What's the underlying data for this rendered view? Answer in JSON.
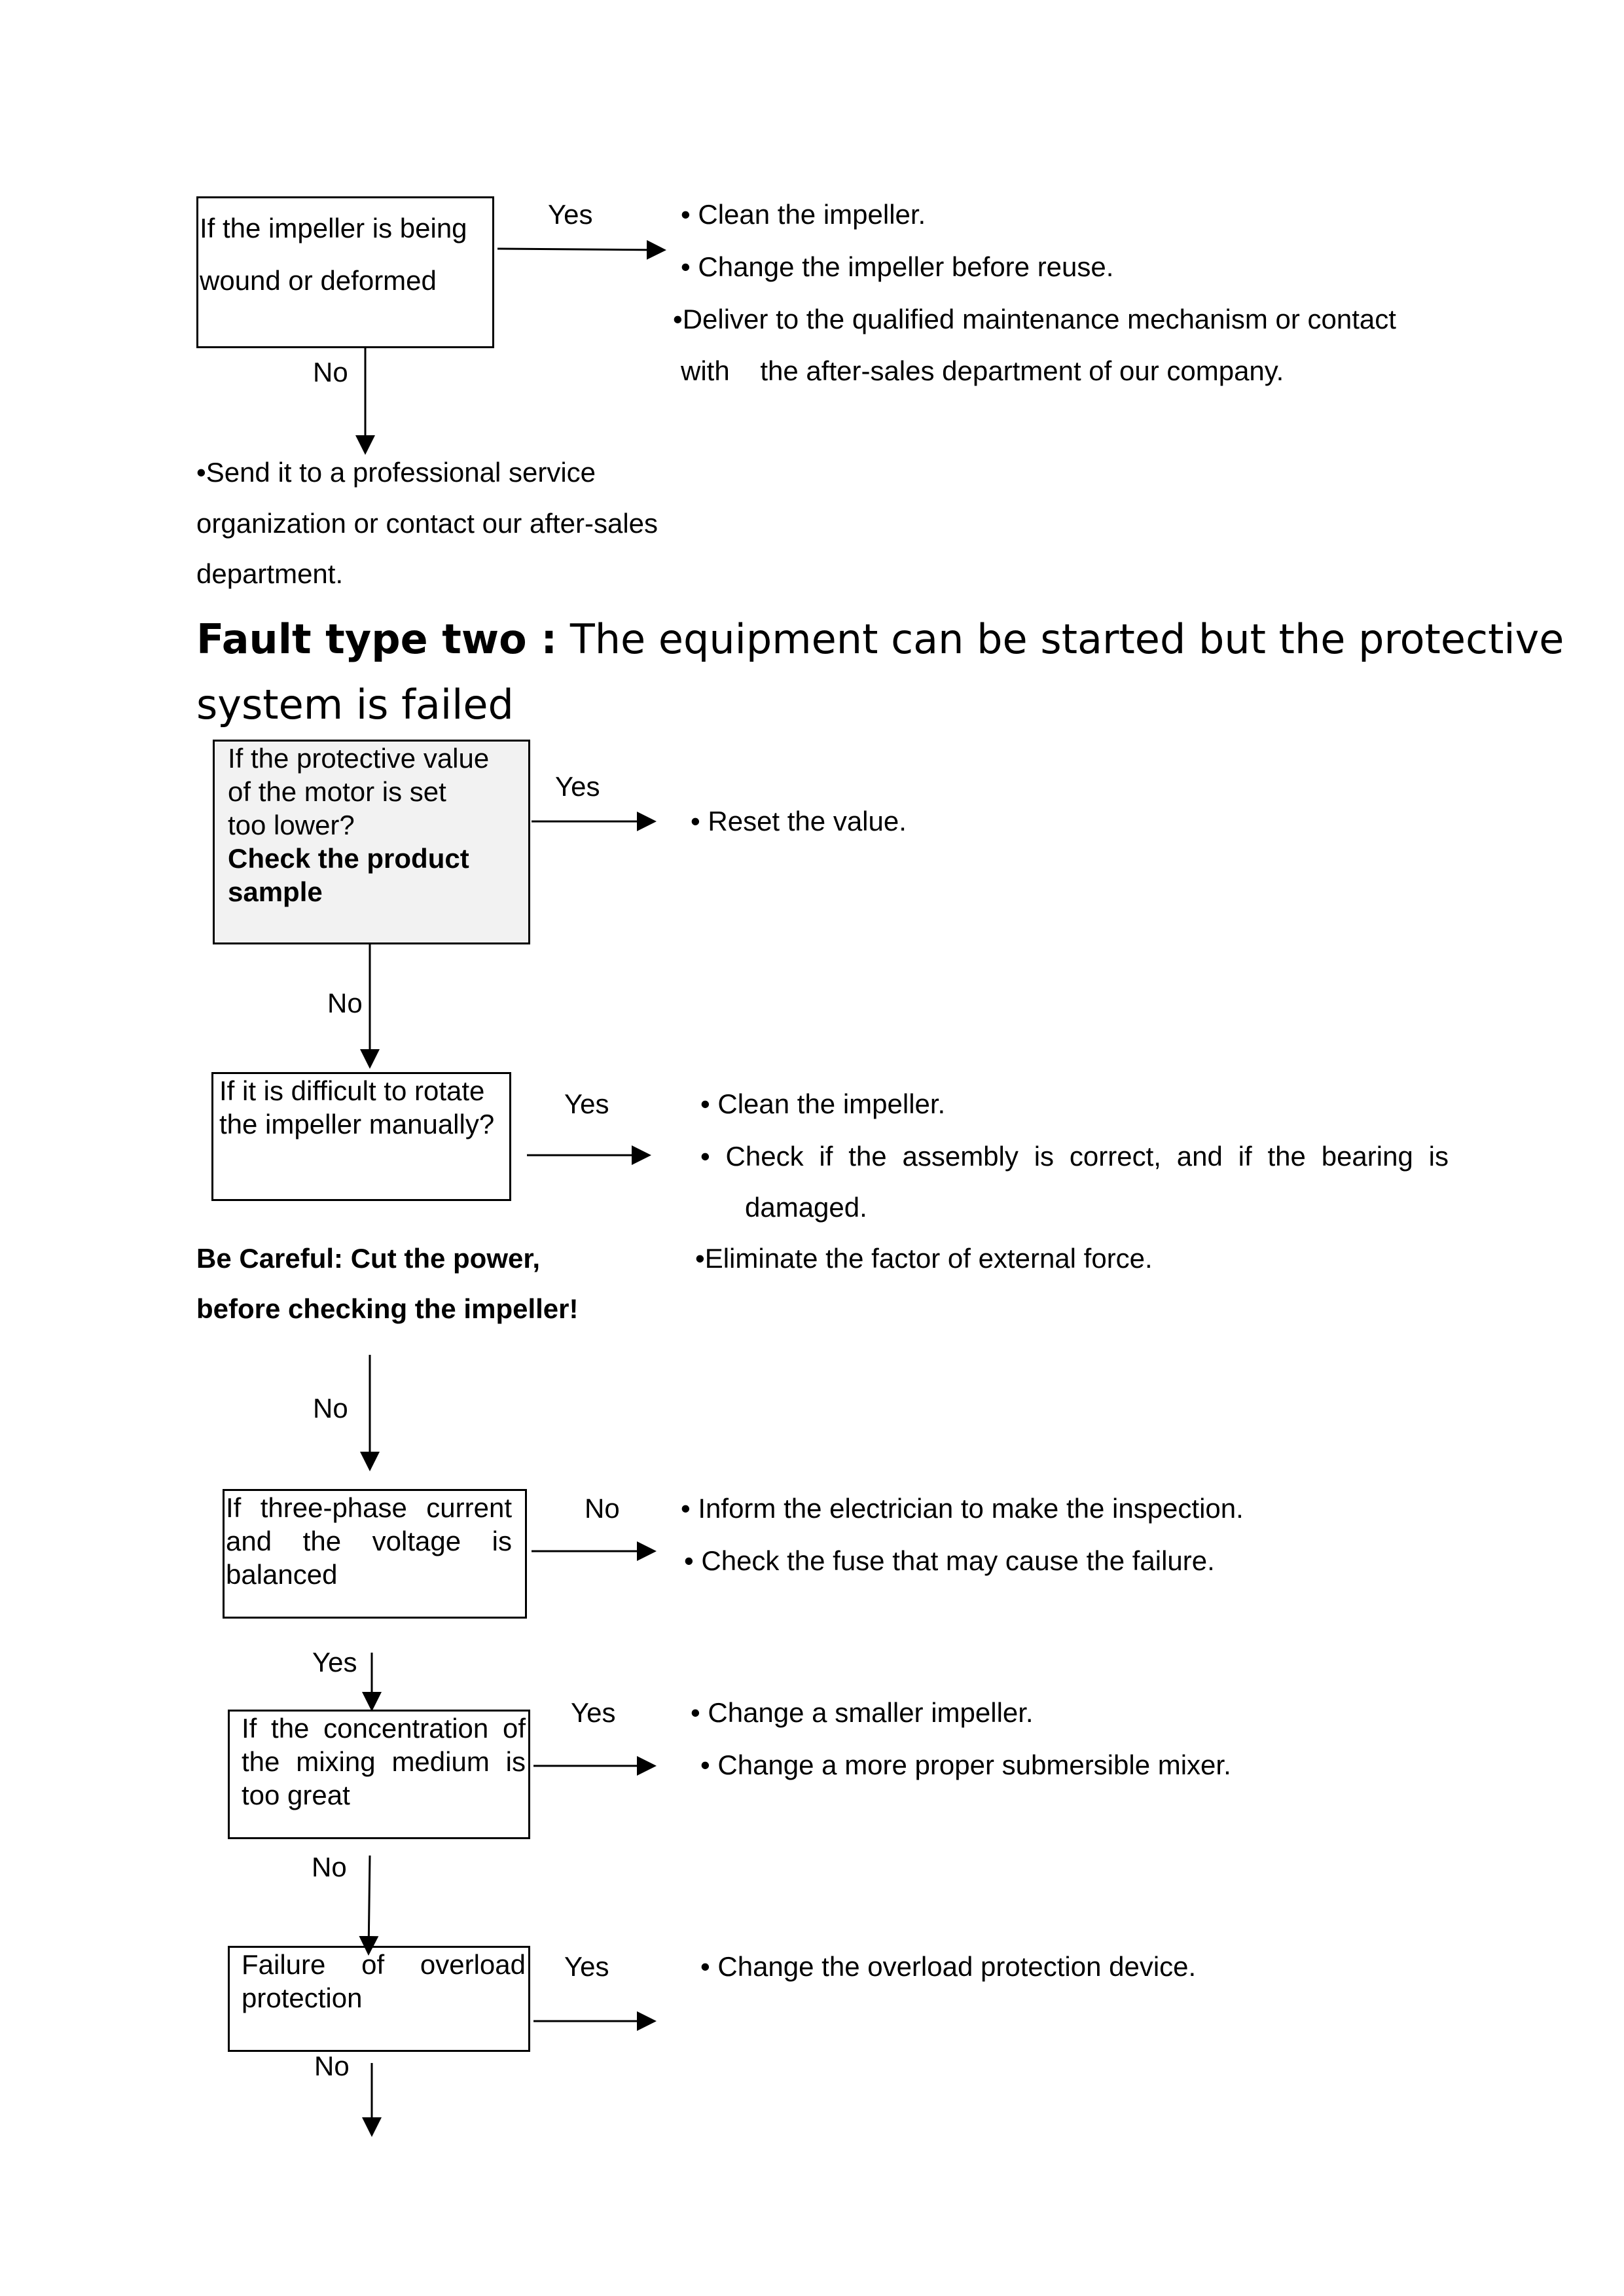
{
  "section1": {
    "box_lines": [
      "If the impeller is being",
      "wound or deformed"
    ],
    "yes_label": "Yes",
    "no_label": "No",
    "yes_actions": [
      "• Clean the impeller.",
      "• Change the impeller before reuse.",
      "•Deliver to the qualified maintenance mechanism or contact",
      "with    the after-sales department of our company."
    ],
    "no_action_lines": [
      "•Send it to a professional service",
      "organization or contact our after-sales",
      "department."
    ]
  },
  "heading": {
    "lead": "Fault type two :",
    "line1_rest": " The equipment can be started but the protective",
    "line2": "system is failed"
  },
  "step1": {
    "lines": [
      "If the protective value",
      "of the motor is set",
      "too lower?"
    ],
    "bold_lines": [
      "Check the product",
      "sample"
    ],
    "yes_label": "Yes",
    "action": "• Reset the value.",
    "no_label": "No"
  },
  "step2": {
    "lines": [
      "If it is difficult to rotate",
      "the impeller manually?"
    ],
    "yes_label": "Yes",
    "actions": [
      "• Clean the impeller.",
      "•  Check  if  the  assembly  is  correct,  and  if  the  bearing  is",
      "damaged.",
      "•Eliminate the factor of external force."
    ],
    "caution_lines": [
      "Be Careful: Cut the power,",
      "before checking the impeller!"
    ],
    "no_label": "No"
  },
  "step3": {
    "lines": [
      "If  three-phase  current",
      "and  the  voltage  is",
      "balanced"
    ],
    "no_label": "No",
    "actions": [
      "• Inform the electrician to make the inspection.",
      "• Check the fuse that may cause the failure."
    ],
    "yes_label": "Yes"
  },
  "step4": {
    "lines": [
      "If the concentration of",
      "the mixing medium is",
      "too great"
    ],
    "yes_label": "Yes",
    "actions": [
      "• Change a smaller impeller.",
      "• Change a more proper submersible mixer."
    ],
    "no_label": "No"
  },
  "step5": {
    "lines": [
      "Failure  of  overload",
      "protection"
    ],
    "yes_label": "Yes",
    "action": "• Change the overload protection device.",
    "no_label": "No"
  },
  "colors": {
    "text": "#000000",
    "box_fill_shaded": "#f2f2f2",
    "background": "#ffffff"
  }
}
